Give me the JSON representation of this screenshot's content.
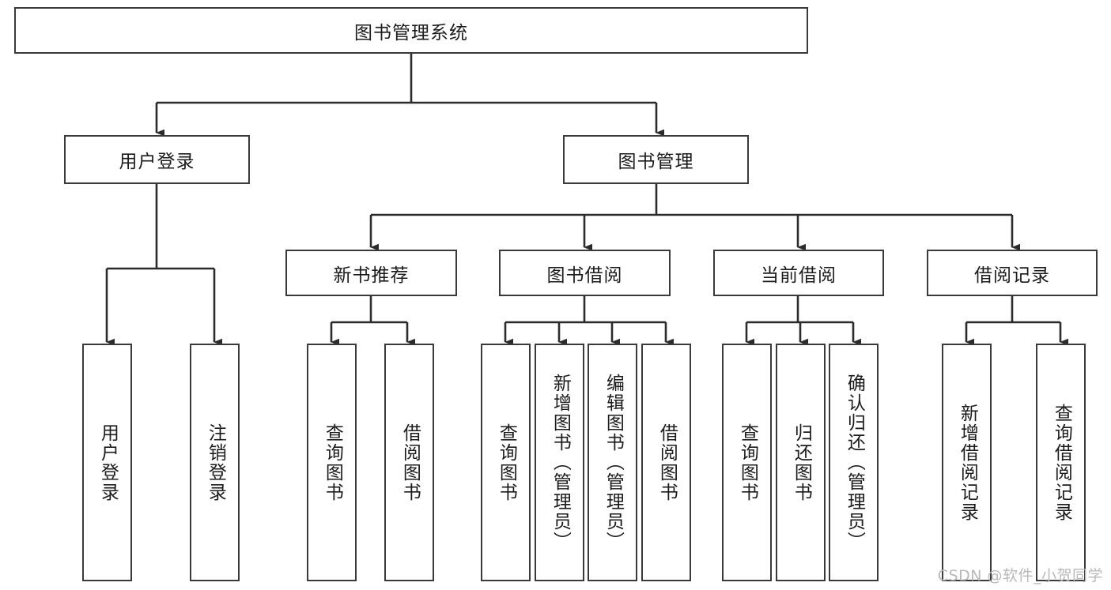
{
  "diagram": {
    "title": "图书管理系统",
    "type": "hierarchy-tree",
    "watermark": "CSDN @软件_小贺同学",
    "colors": {
      "box_border": "#3a3a3a",
      "box_fill": "#ffffff",
      "edge": "#2b2b2b",
      "text": "#1b1b1b",
      "watermark": "#b9b9b9"
    },
    "nodes": {
      "root": {
        "label": "图书管理系统",
        "level": 1,
        "orientation": "horizontal"
      },
      "n_user_login": {
        "label": "用户登录",
        "level": 2,
        "orientation": "horizontal"
      },
      "n_book_manage": {
        "label": "图书管理",
        "level": 2,
        "orientation": "horizontal"
      },
      "n_new_book_rec": {
        "label": "新书推荐",
        "level": 3,
        "orientation": "horizontal"
      },
      "n_book_borrow": {
        "label": "图书借阅",
        "level": 3,
        "orientation": "horizontal"
      },
      "n_current_borrow": {
        "label": "当前借阅",
        "level": 3,
        "orientation": "horizontal"
      },
      "n_borrow_record": {
        "label": "借阅记录",
        "level": 3,
        "orientation": "horizontal"
      },
      "l_user_login": {
        "label": "用户登录",
        "level": 4,
        "orientation": "vertical"
      },
      "l_logout": {
        "label": "注销登录",
        "level": 4,
        "orientation": "vertical"
      },
      "l_query_book_1": {
        "label": "查询图书",
        "level": 4,
        "orientation": "vertical"
      },
      "l_borrow_book_1": {
        "label": "借阅图书",
        "level": 4,
        "orientation": "vertical"
      },
      "l_query_book_2": {
        "label": "查询图书",
        "level": 4,
        "orientation": "vertical"
      },
      "l_add_book": {
        "label": "新增图书（管理员）",
        "level": 4,
        "orientation": "vertical"
      },
      "l_edit_book": {
        "label": "编辑图书（管理员）",
        "level": 4,
        "orientation": "vertical"
      },
      "l_borrow_book_2": {
        "label": "借阅图书",
        "level": 4,
        "orientation": "vertical"
      },
      "l_query_book_3": {
        "label": "查询图书",
        "level": 4,
        "orientation": "vertical"
      },
      "l_return_book": {
        "label": "归还图书",
        "level": 4,
        "orientation": "vertical"
      },
      "l_confirm_return": {
        "label": "确认归还（管理员）",
        "level": 4,
        "orientation": "vertical"
      },
      "l_add_record": {
        "label": "新增借阅记录",
        "level": 4,
        "orientation": "vertical"
      },
      "l_query_record": {
        "label": "查询借阅记录",
        "level": 4,
        "orientation": "vertical"
      }
    },
    "edges": [
      {
        "from": "root",
        "to": "n_user_login"
      },
      {
        "from": "root",
        "to": "n_book_manage"
      },
      {
        "from": "n_user_login",
        "to": "l_user_login"
      },
      {
        "from": "n_user_login",
        "to": "l_logout"
      },
      {
        "from": "n_book_manage",
        "to": "n_new_book_rec"
      },
      {
        "from": "n_book_manage",
        "to": "n_book_borrow"
      },
      {
        "from": "n_book_manage",
        "to": "n_current_borrow"
      },
      {
        "from": "n_book_manage",
        "to": "n_borrow_record"
      },
      {
        "from": "n_new_book_rec",
        "to": "l_query_book_1"
      },
      {
        "from": "n_new_book_rec",
        "to": "l_borrow_book_1"
      },
      {
        "from": "n_book_borrow",
        "to": "l_query_book_2"
      },
      {
        "from": "n_book_borrow",
        "to": "l_add_book"
      },
      {
        "from": "n_book_borrow",
        "to": "l_edit_book"
      },
      {
        "from": "n_book_borrow",
        "to": "l_borrow_book_2"
      },
      {
        "from": "n_current_borrow",
        "to": "l_query_book_3"
      },
      {
        "from": "n_current_borrow",
        "to": "l_return_book"
      },
      {
        "from": "n_current_borrow",
        "to": "l_confirm_return"
      },
      {
        "from": "n_borrow_record",
        "to": "l_add_record"
      },
      {
        "from": "n_borrow_record",
        "to": "l_query_record"
      }
    ]
  }
}
